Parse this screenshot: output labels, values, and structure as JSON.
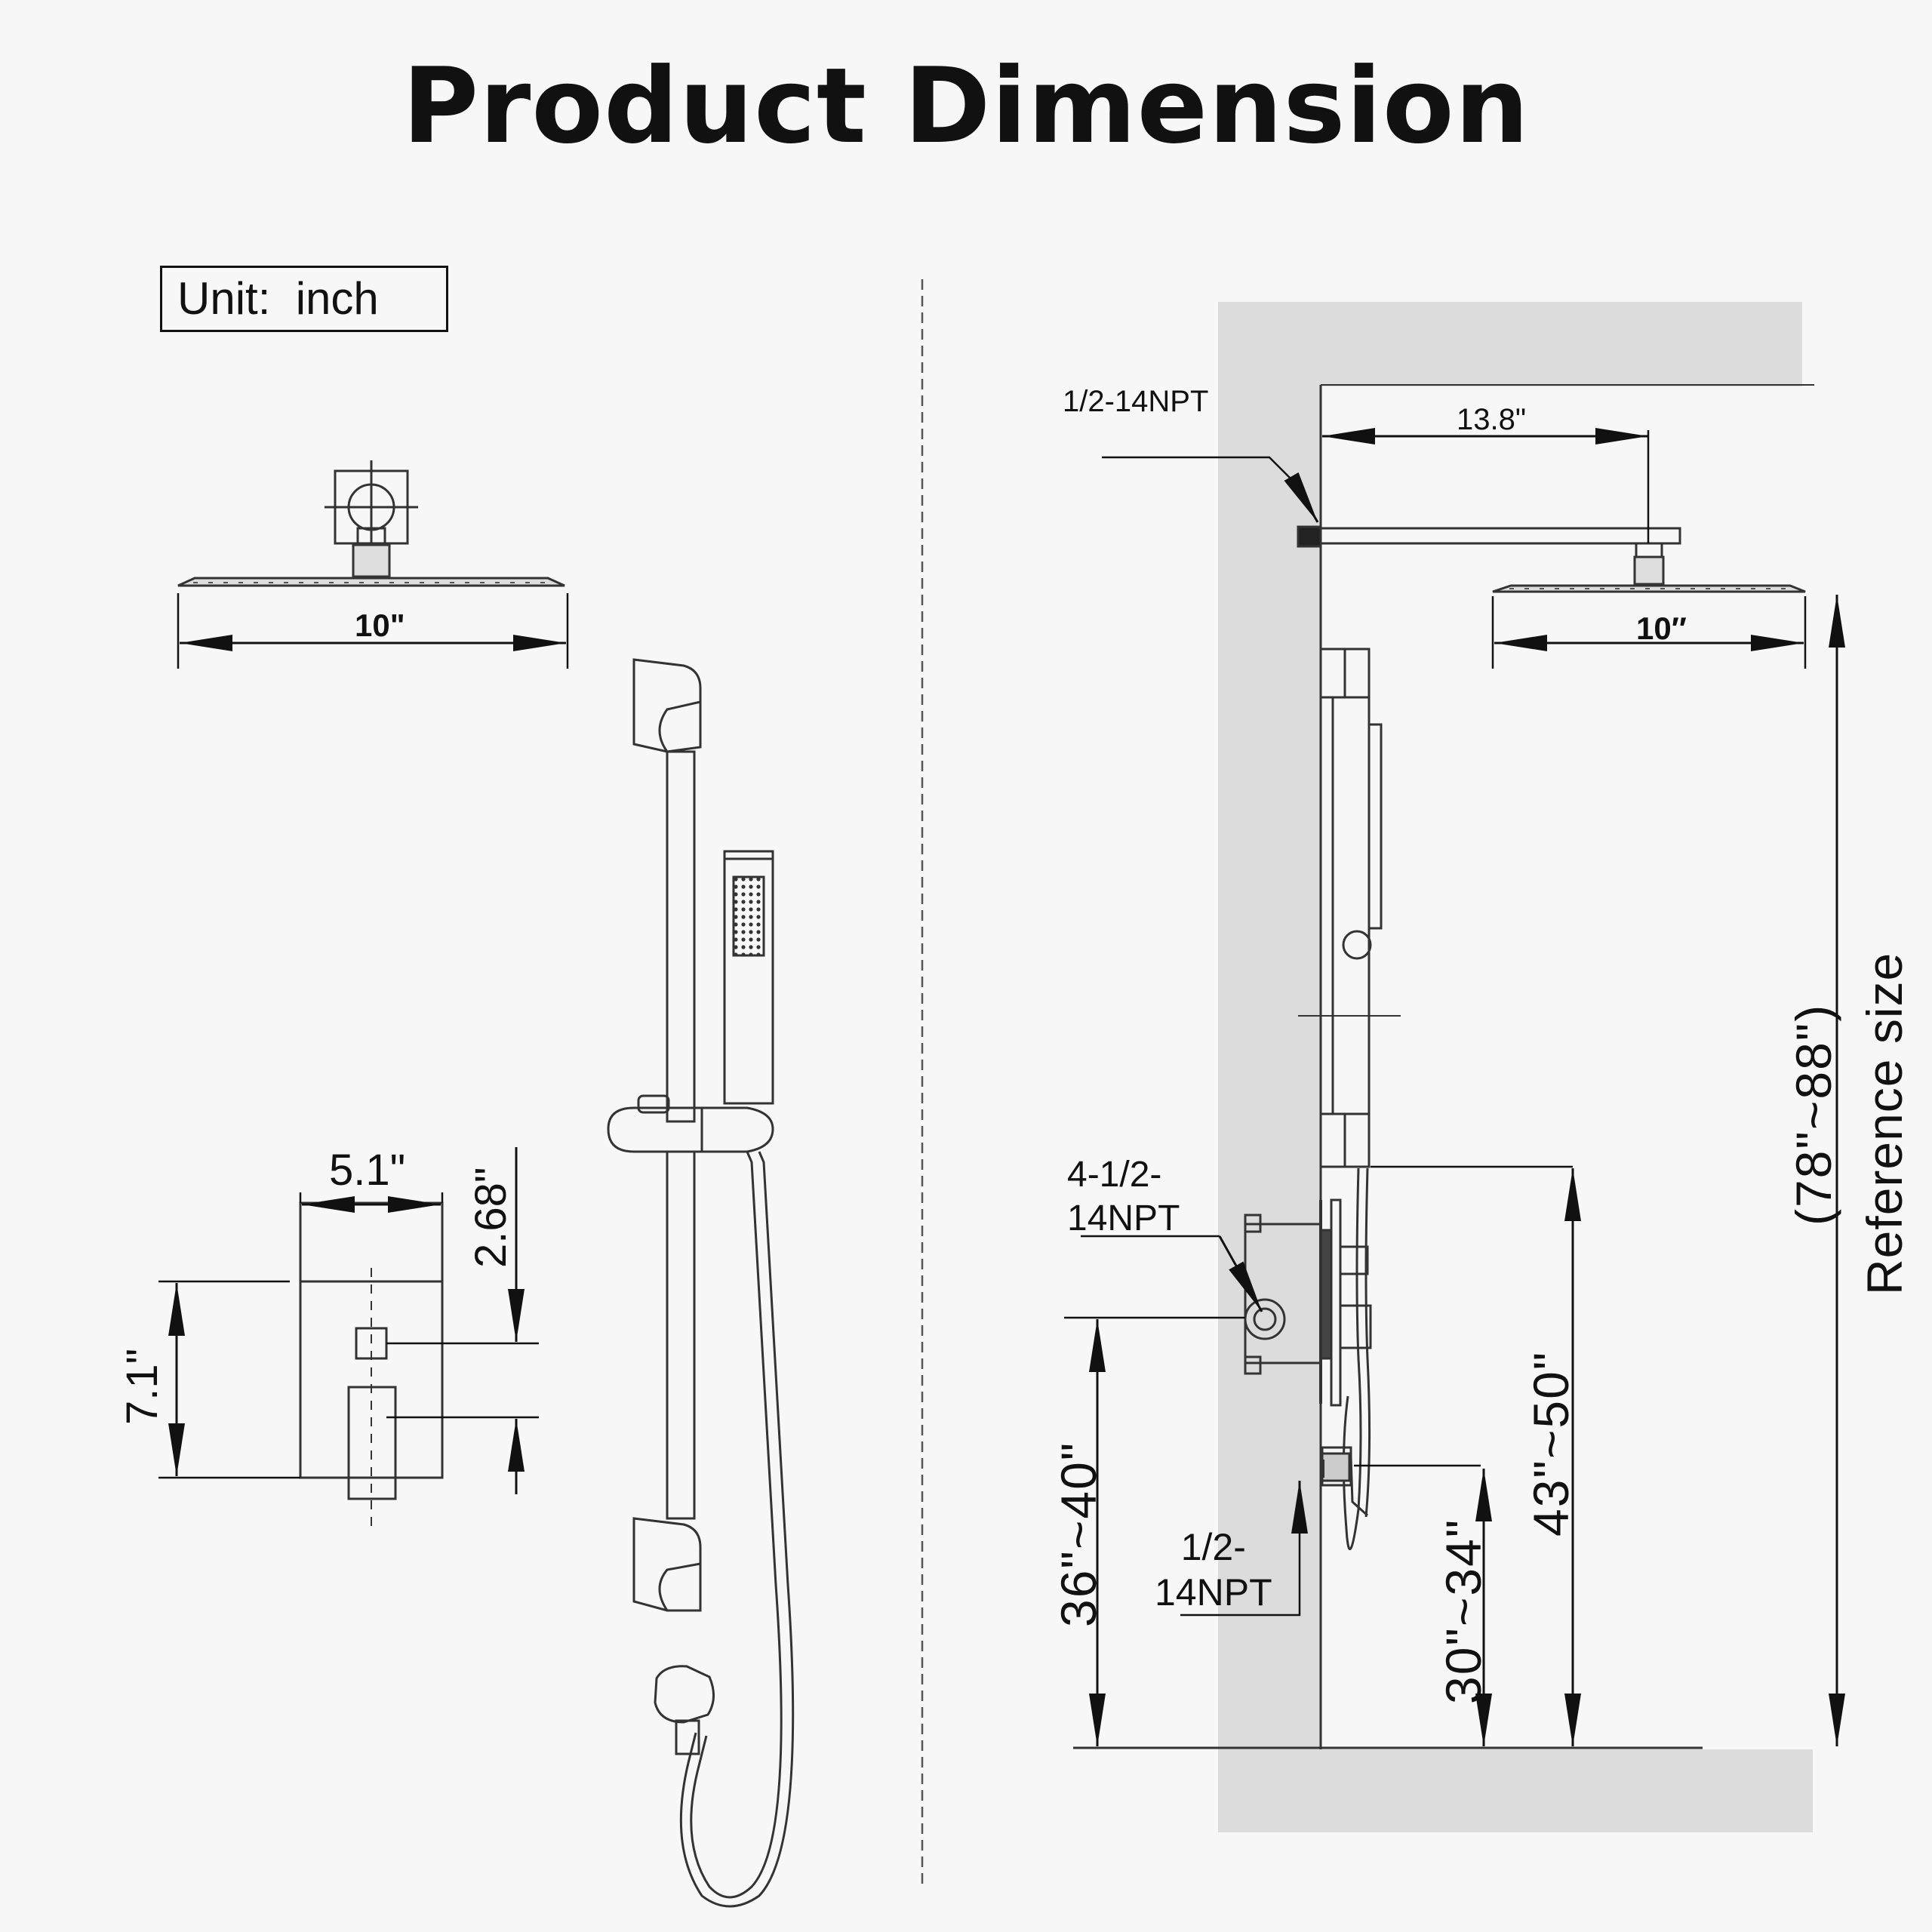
{
  "title": "Product Dimension",
  "unit_label": "Unit:  inch",
  "left_view": {
    "shower_head_width": "10\"",
    "valve_trim_width": "5.1\"",
    "valve_trim_height": "7.1\"",
    "valve_spacing": "2.68\""
  },
  "right_view": {
    "inlet_top": "1/2-14NPT",
    "arm_length": "13.8\"",
    "shower_head_width": "10″",
    "valve_inlets": [
      "4-1/2-",
      "14NPT"
    ],
    "outlet_bottom": [
      "1/2-",
      "14NPT"
    ],
    "valve_height": "36\"~40\"",
    "outlet_height": "30\"~34\"",
    "bar_height": "43\"~50\"",
    "total_height": "(78\"~88\")",
    "total_height_note": "Reference size"
  }
}
